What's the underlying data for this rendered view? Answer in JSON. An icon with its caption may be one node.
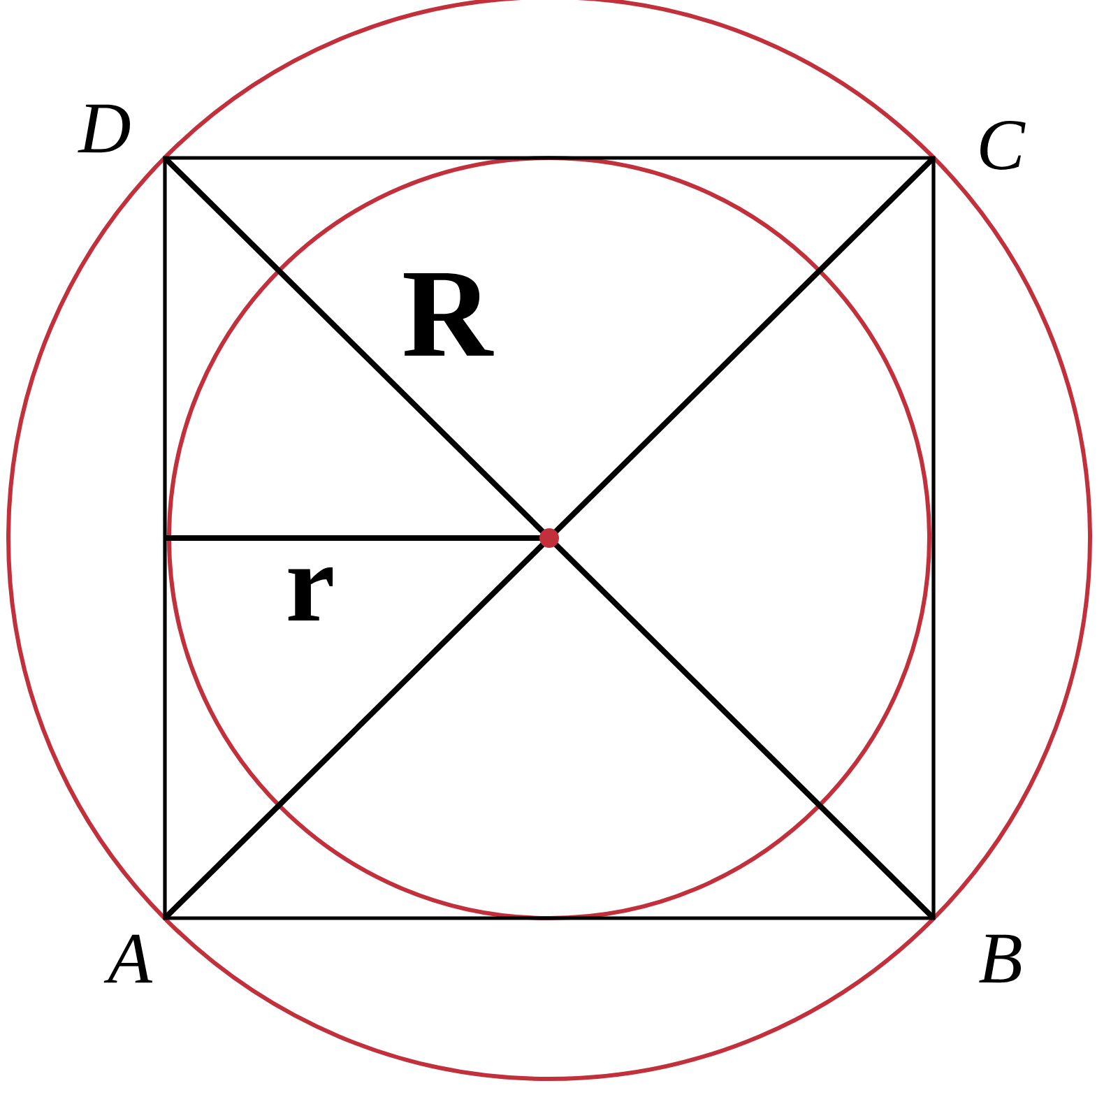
{
  "diagram": {
    "labels": [
      "D",
      "C",
      "R",
      "r",
      "A",
      "B"
    ]
  }
}
